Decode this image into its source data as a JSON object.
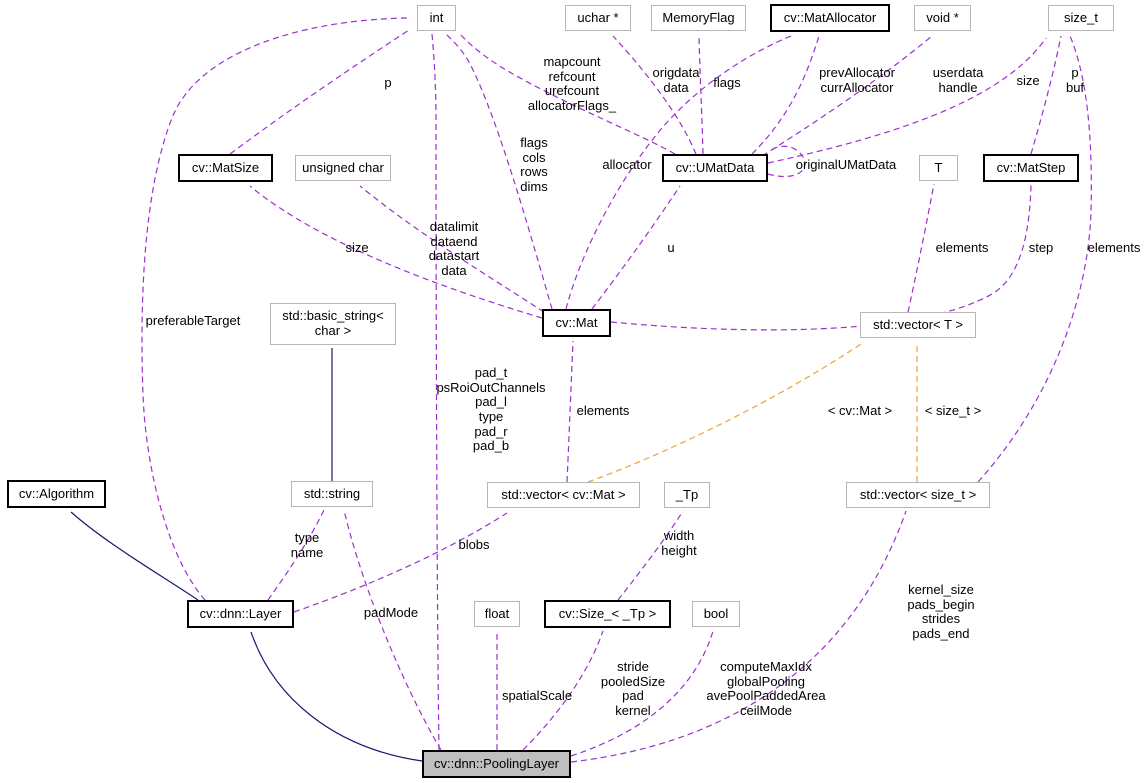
{
  "diagram": {
    "type": "collaboration-graph",
    "colors": {
      "usage_edge": "#9a32cd",
      "template_edge": "#efa135",
      "inheritance_edge": "#191970",
      "node_border": "#b6b6b6",
      "bold_node_border": "#000000",
      "current_node_fill": "#bfbfbf"
    },
    "nodes": {
      "int": {
        "label": "int"
      },
      "uchar_ptr": {
        "label": "uchar *"
      },
      "memory_flag": {
        "label": "MemoryFlag"
      },
      "mat_allocator": {
        "label": "cv::MatAllocator"
      },
      "void_ptr": {
        "label": "void *"
      },
      "size_t": {
        "label": "size_t"
      },
      "mat_size": {
        "label": "cv::MatSize"
      },
      "unsigned_char": {
        "label": "unsigned char"
      },
      "umat_data": {
        "label": "cv::UMatData"
      },
      "t": {
        "label": "T"
      },
      "mat_step": {
        "label": "cv::MatStep"
      },
      "basic_string": {
        "label": "std::basic_string<\nchar >"
      },
      "mat": {
        "label": "cv::Mat"
      },
      "vector_t": {
        "label": "std::vector< T >"
      },
      "algorithm": {
        "label": "cv::Algorithm"
      },
      "std_string": {
        "label": "std::string"
      },
      "vector_mat": {
        "label": "std::vector< cv::Mat >"
      },
      "tp": {
        "label": "_Tp"
      },
      "vector_size_t": {
        "label": "std::vector< size_t >"
      },
      "layer": {
        "label": "cv::dnn::Layer"
      },
      "float": {
        "label": "float"
      },
      "size_tp": {
        "label": "cv::Size_< _Tp >"
      },
      "bool": {
        "label": "bool"
      },
      "pooling_layer": {
        "label": "cv::dnn::PoolingLayer"
      }
    },
    "edge_labels": {
      "p_top": "p",
      "umat_int": "mapcount\nrefcount\nurefcount\nallocatorFlags_",
      "umat_uchar": "origdata\ndata",
      "umat_memflag": "flags",
      "umat_alloc": "prevAllocator\ncurrAllocator",
      "umat_void": "userdata\nhandle",
      "umat_size": "size",
      "matstep_size": "p\nbuf",
      "mat_int": "flags\ncols\nrows\ndims",
      "mat_alloc": "allocator",
      "umat_self": "originalUMatData",
      "mat_matsize": "size",
      "mat_uchar": "datalimit\ndataend\ndatastart\ndata",
      "mat_umat": "u",
      "vect_t": "elements",
      "mat_matstep": "step",
      "vecsize_size": "elements",
      "preferable_target": "preferableTarget",
      "pool_int": "pad_t\npsRoiOutChannels\npad_l\ntype\npad_r\npad_b",
      "vecmat_mat": "elements",
      "tmpl_mat": "< cv::Mat >",
      "tmpl_sizet": "< size_t >",
      "layer_string": "type\nname",
      "layer_vecmat": "blobs",
      "sizetp_tp": "width\nheight",
      "pool_vecsize": "kernel_size\npads_begin\nstrides\npads_end",
      "pool_string": "padMode",
      "pool_float": "spatialScale",
      "pool_sizetp": "stride\npooledSize\npad\nkernel",
      "pool_bool": "computeMaxIdx\nglobalPooling\navePoolPaddedArea\nceilMode"
    }
  }
}
